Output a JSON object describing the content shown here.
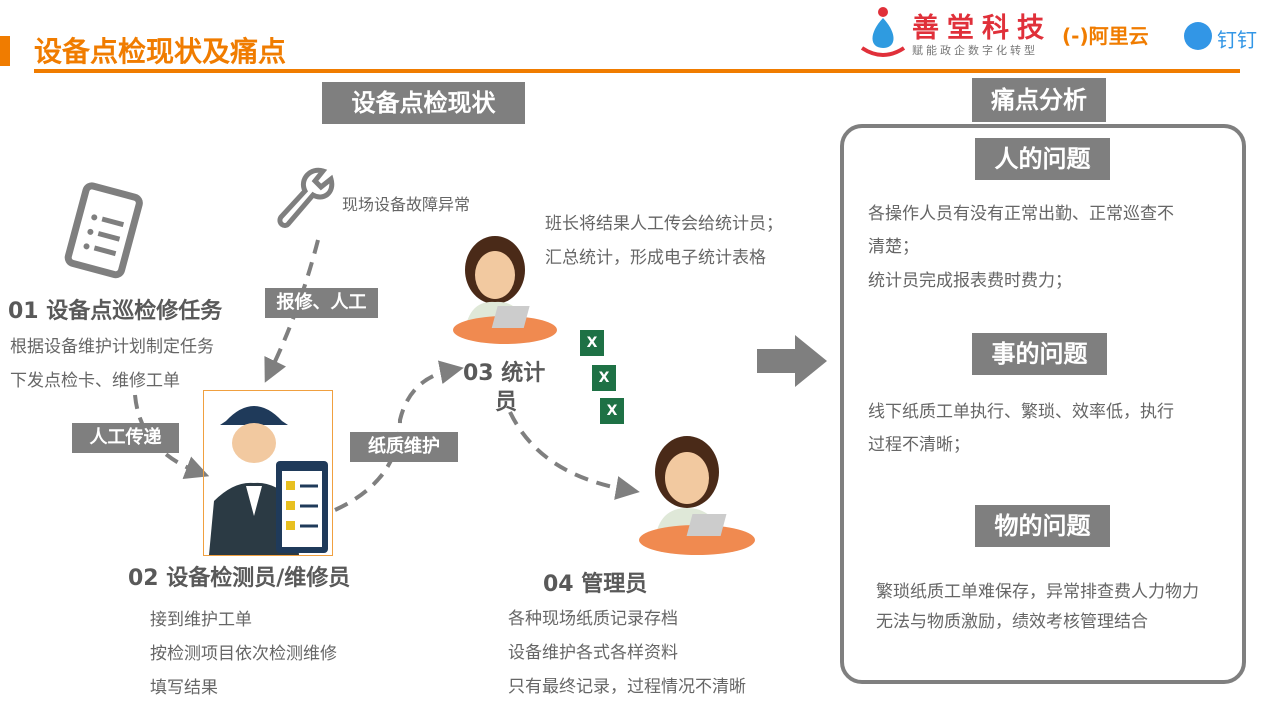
{
  "title": "设备点检现状及痛点",
  "logos": {
    "brand": "善堂科技",
    "brand_slogan": "赋能政企数字化转型",
    "aliyun": "阿里云",
    "dingtalk": "钉钉"
  },
  "left_header": "设备点检现状",
  "right_header": "痛点分析",
  "step1": {
    "title": "01 设备点巡检修任务",
    "lines": [
      "根据设备维护计划制定任务",
      "下发点检卡、维修工单"
    ]
  },
  "fault_text": "现场设备故障异常",
  "labels": {
    "repair": "报修、人工",
    "manual": "人工传递",
    "paper": "纸质维护"
  },
  "step2": {
    "title": "02 设备检测员/维修员",
    "lines": [
      "接到维护工单",
      "按检测项目依次检测维修",
      "填写结果"
    ]
  },
  "step3": {
    "title_a": "03 统计",
    "title_b": "员",
    "lines": [
      "班长将结果人工传会给统计员；",
      "汇总统计，形成电子统计表格"
    ]
  },
  "step4": {
    "title": "04 管理员",
    "lines": [
      "各种现场纸质记录存档",
      "设备维护各式各样资料",
      "只有最终记录，过程情况不清晰"
    ]
  },
  "pain": [
    {
      "title": "人的问题",
      "lines": [
        "各操作人员有没有正常出勤、正常巡查不",
        "清楚；",
        "统计员完成报表费时费力；"
      ]
    },
    {
      "title": "事的问题",
      "lines": [
        "线下纸质工单执行、繁琐、效率低，执行",
        "过程不清晰；"
      ]
    },
    {
      "title": "物的问题",
      "lines": [
        "繁琐纸质工单难保存，异常排查费人力物力",
        "无法与物质激励，绩效考核管理结合"
      ]
    }
  ],
  "colors": {
    "accent": "#f07c00",
    "gray": "#7f7f7f",
    "text": "#595959"
  }
}
